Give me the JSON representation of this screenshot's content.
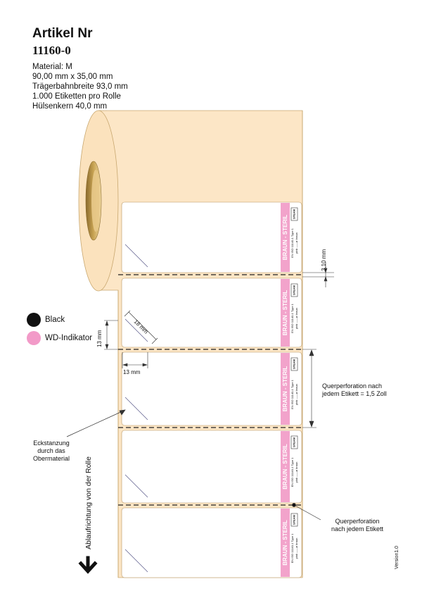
{
  "header": {
    "title": "Artikel Nr",
    "article_number": "11160-0"
  },
  "specs": [
    "Material: M",
    "90,00 mm x 35,00 mm",
    "Trägerbahnbreite 93,0 mm",
    "1.000 Etiketten pro Rolle",
    "Hülsenkern 40,0 mm"
  ],
  "legend": [
    {
      "label": "Black",
      "color": "#111111"
    },
    {
      "label": "WD-Indikator",
      "color": "#f29ac8"
    }
  ],
  "label_print": {
    "band_text": "BRAUN - STERIL",
    "iso_text": "EN ISO 11140-1  Type 1",
    "indicator_text": "pink ——▸ braun",
    "badge_text": "STEAM",
    "band_color": "#f2a3cb",
    "paper_color": "#fce6c6"
  },
  "dimensions": {
    "gap": "3,10 mm",
    "diagonal": "18 mm",
    "vertical": "13 mm",
    "horizontal": "13 mm"
  },
  "annotations": {
    "perforation_label_1": "Querperforation nach",
    "perforation_label_2": "jedem Etikett = 1,5 Zoll",
    "corner_1": "Eckstanzung",
    "corner_2": "durch das",
    "corner_3": "Obermaterial",
    "perforation_each_1": "Querperforation",
    "perforation_each_2": "nach jedem Etikett",
    "direction": "Ablaufrichtung von der Rolle",
    "version": "Version1.0"
  }
}
